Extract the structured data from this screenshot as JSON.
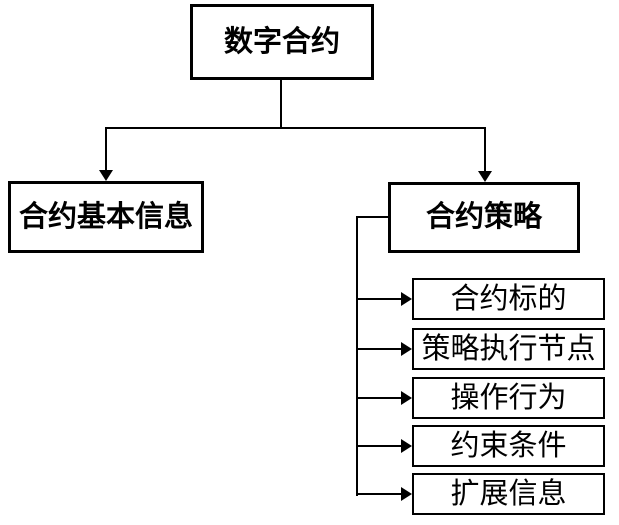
{
  "diagram": {
    "title": "",
    "root": {
      "label": "数字合约"
    },
    "level2": [
      {
        "label": "合约基本信息"
      },
      {
        "label": "合约策略"
      }
    ],
    "strategy_children": [
      {
        "label": "合约标的"
      },
      {
        "label": "策略执行节点"
      },
      {
        "label": "操作行为"
      },
      {
        "label": "约束条件"
      },
      {
        "label": "扩展信息"
      }
    ],
    "colors": {
      "line": "#000000",
      "box_border": "#000000",
      "box_fill": "#ffffff",
      "text": "#000000",
      "background": "#ffffff"
    }
  }
}
